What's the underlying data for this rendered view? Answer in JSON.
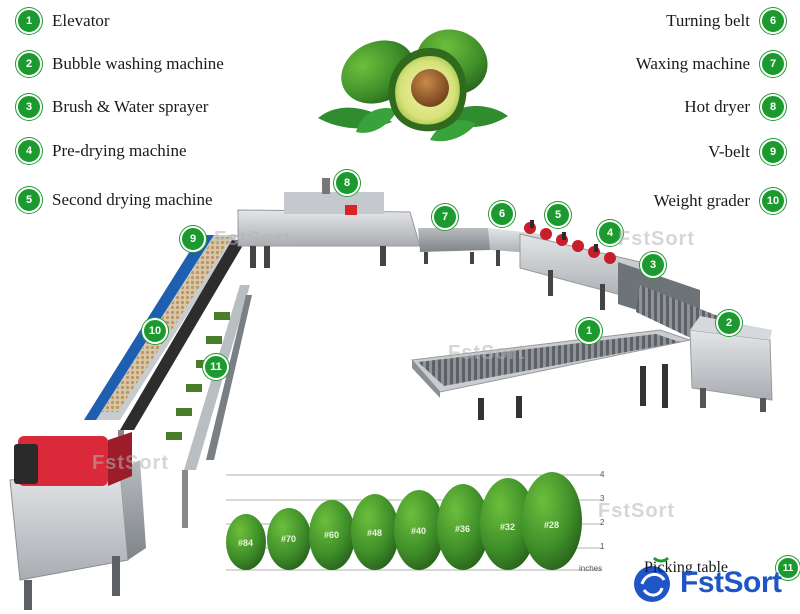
{
  "legend_left": [
    {
      "num": "1",
      "label": "Elevator"
    },
    {
      "num": "2",
      "label": "Bubble washing machine"
    },
    {
      "num": "3",
      "label": "Brush & Water sprayer"
    },
    {
      "num": "4",
      "label": "Pre-drying machine"
    },
    {
      "num": "5",
      "label": "Second drying machine"
    }
  ],
  "legend_right": [
    {
      "num": "6",
      "label": "Turning belt"
    },
    {
      "num": "7",
      "label": "Waxing machine"
    },
    {
      "num": "8",
      "label": "Hot dryer"
    },
    {
      "num": "9",
      "label": "V-belt"
    },
    {
      "num": "10",
      "label": "Weight grader"
    }
  ],
  "callouts": [
    "8",
    "7",
    "6",
    "5",
    "4",
    "3",
    "9",
    "1",
    "2",
    "10",
    "11"
  ],
  "picking": {
    "label": "Picking table",
    "num": "11"
  },
  "avocado_sizes": [
    "#84",
    "#70",
    "#60",
    "#48",
    "#40",
    "#36",
    "#32",
    "#28"
  ],
  "scale": {
    "ticks": [
      "4",
      "3",
      "2",
      "1"
    ],
    "unit": "inches"
  },
  "brand": {
    "name": "FstSort",
    "watermark": "FstSort",
    "color": "#1e56c8"
  },
  "colors": {
    "badge": "#1d9a2f",
    "avocado": "#3f8f2a"
  }
}
